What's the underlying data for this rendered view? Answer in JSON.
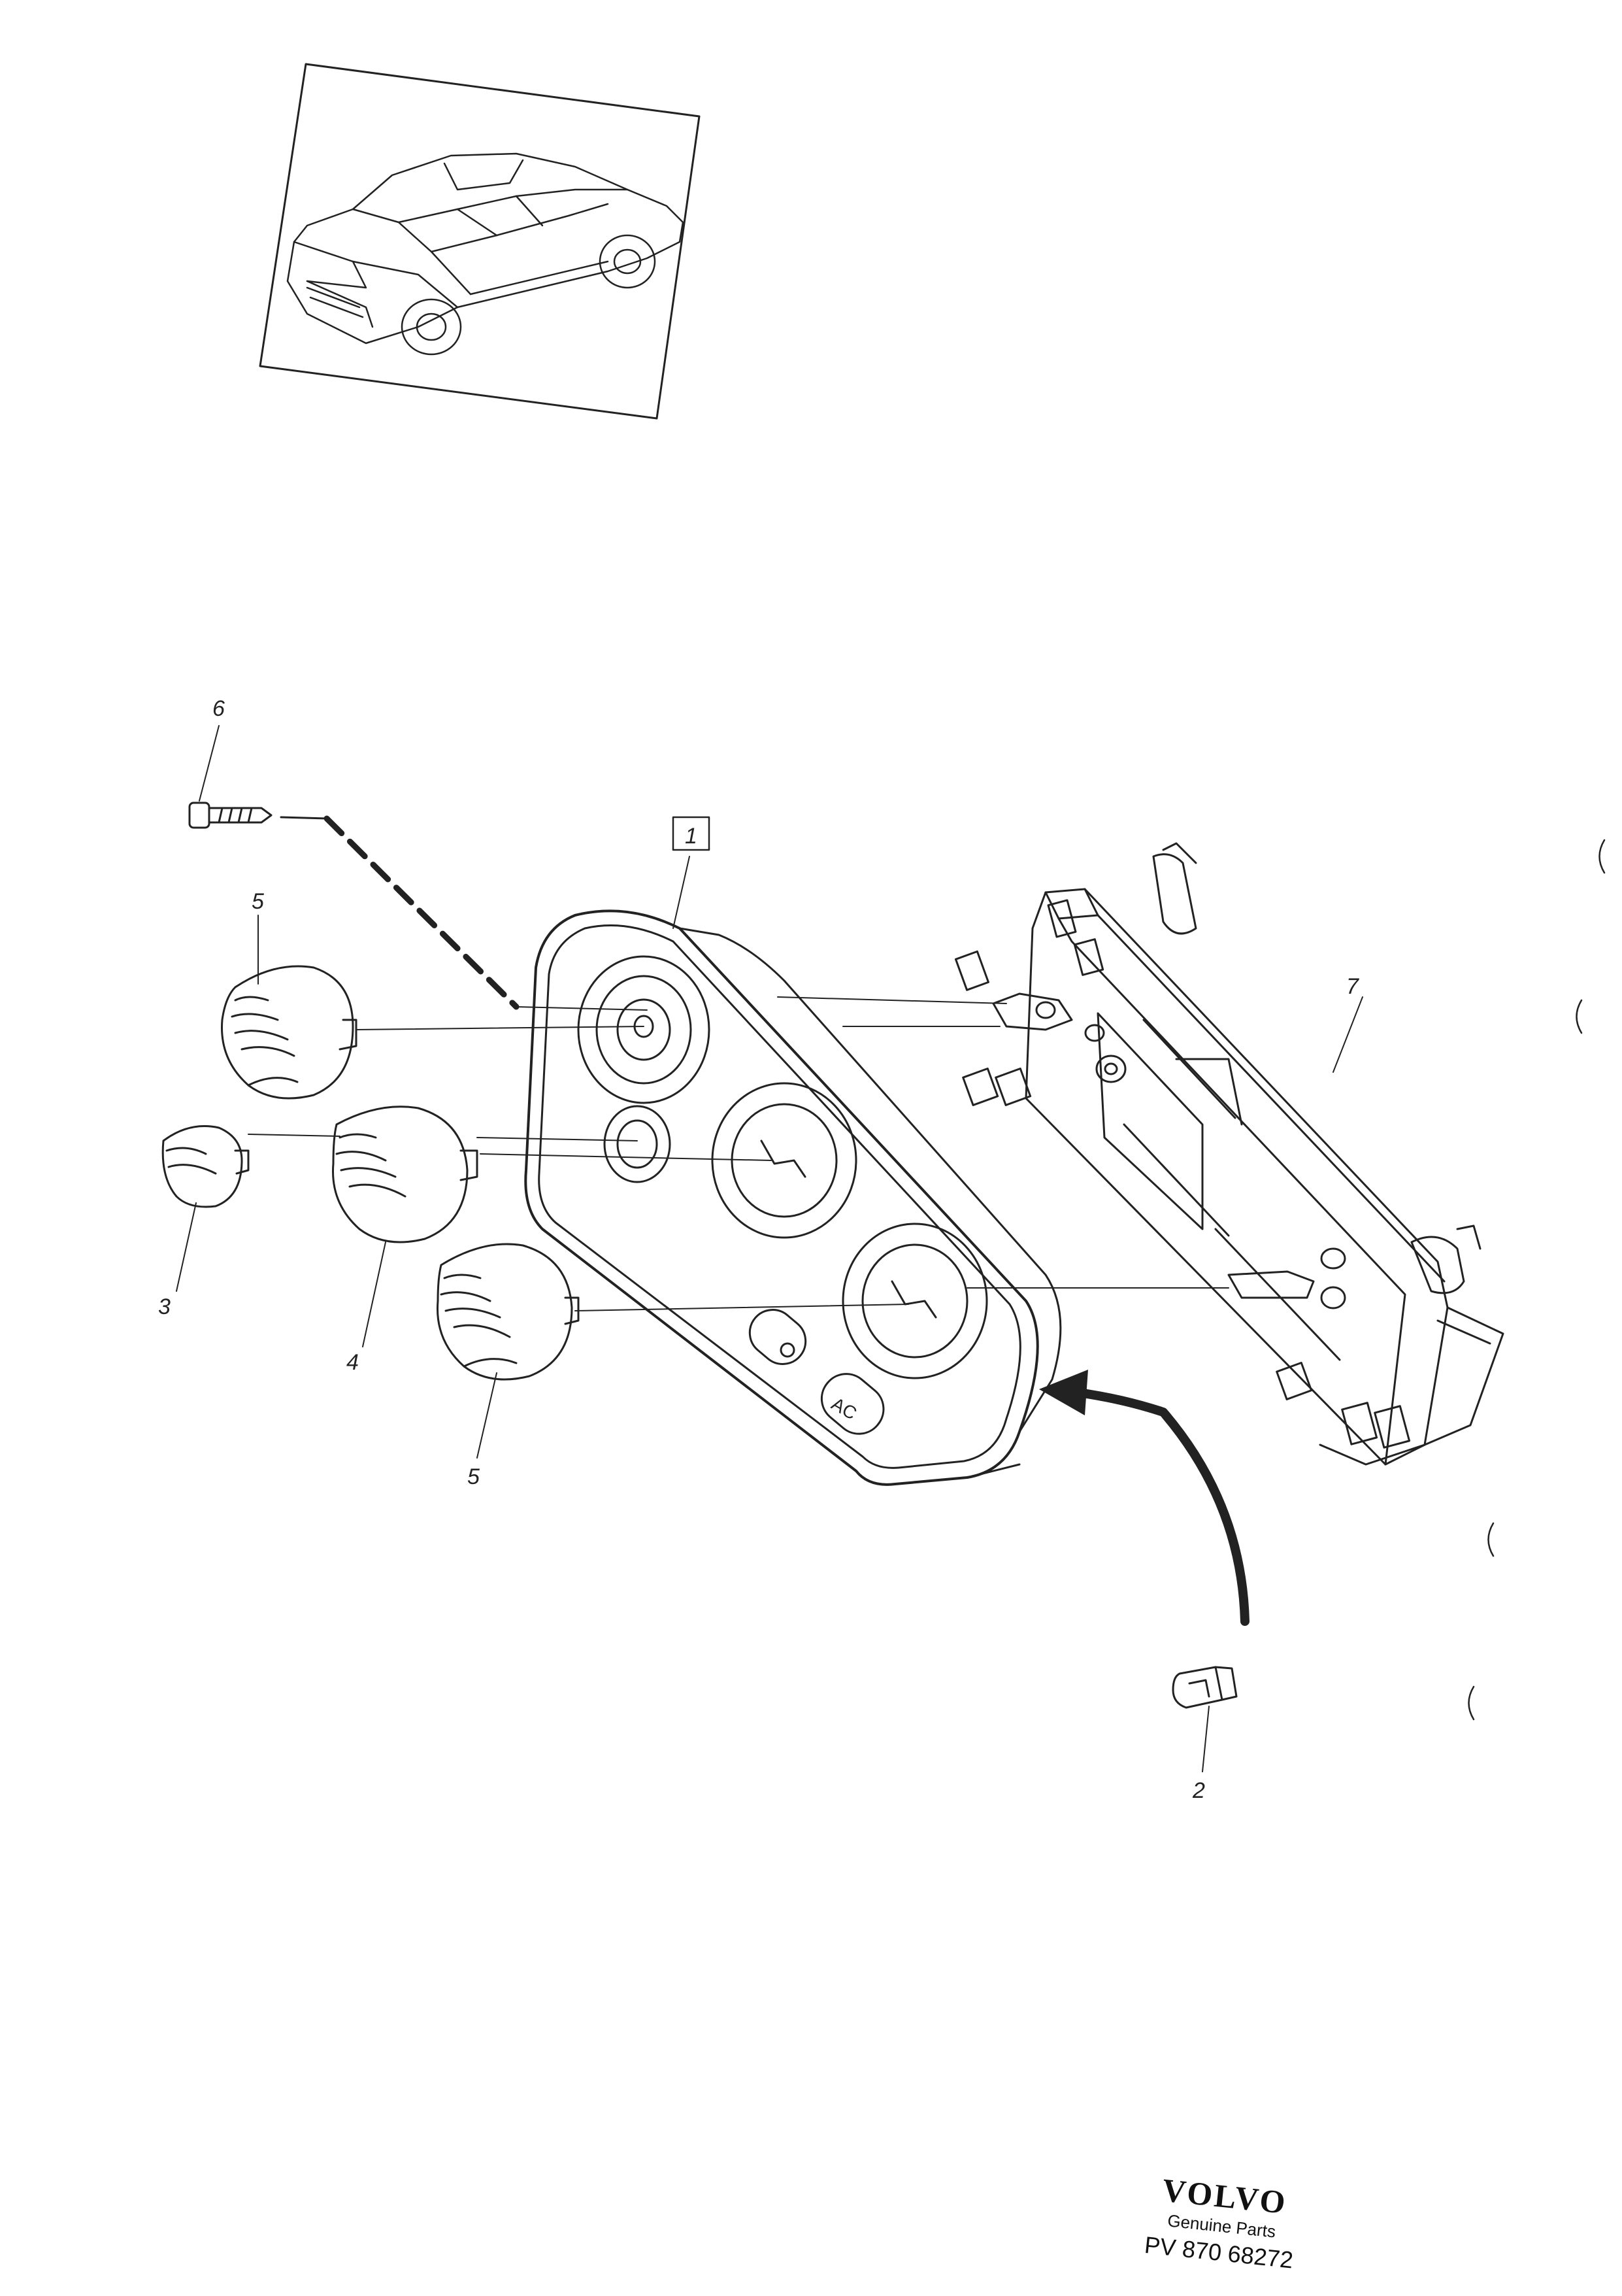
{
  "callouts": {
    "part1": "1",
    "part2": "2",
    "part3": "3",
    "part4": "4",
    "part5_top": "5",
    "part5_bottom": "5",
    "part6": "6",
    "part7": "7"
  },
  "panel_buttons": {
    "ac": "AC"
  },
  "footer": {
    "brand": "VOLVO",
    "subtitle": "Genuine Parts",
    "code": "PV 870 68272"
  }
}
